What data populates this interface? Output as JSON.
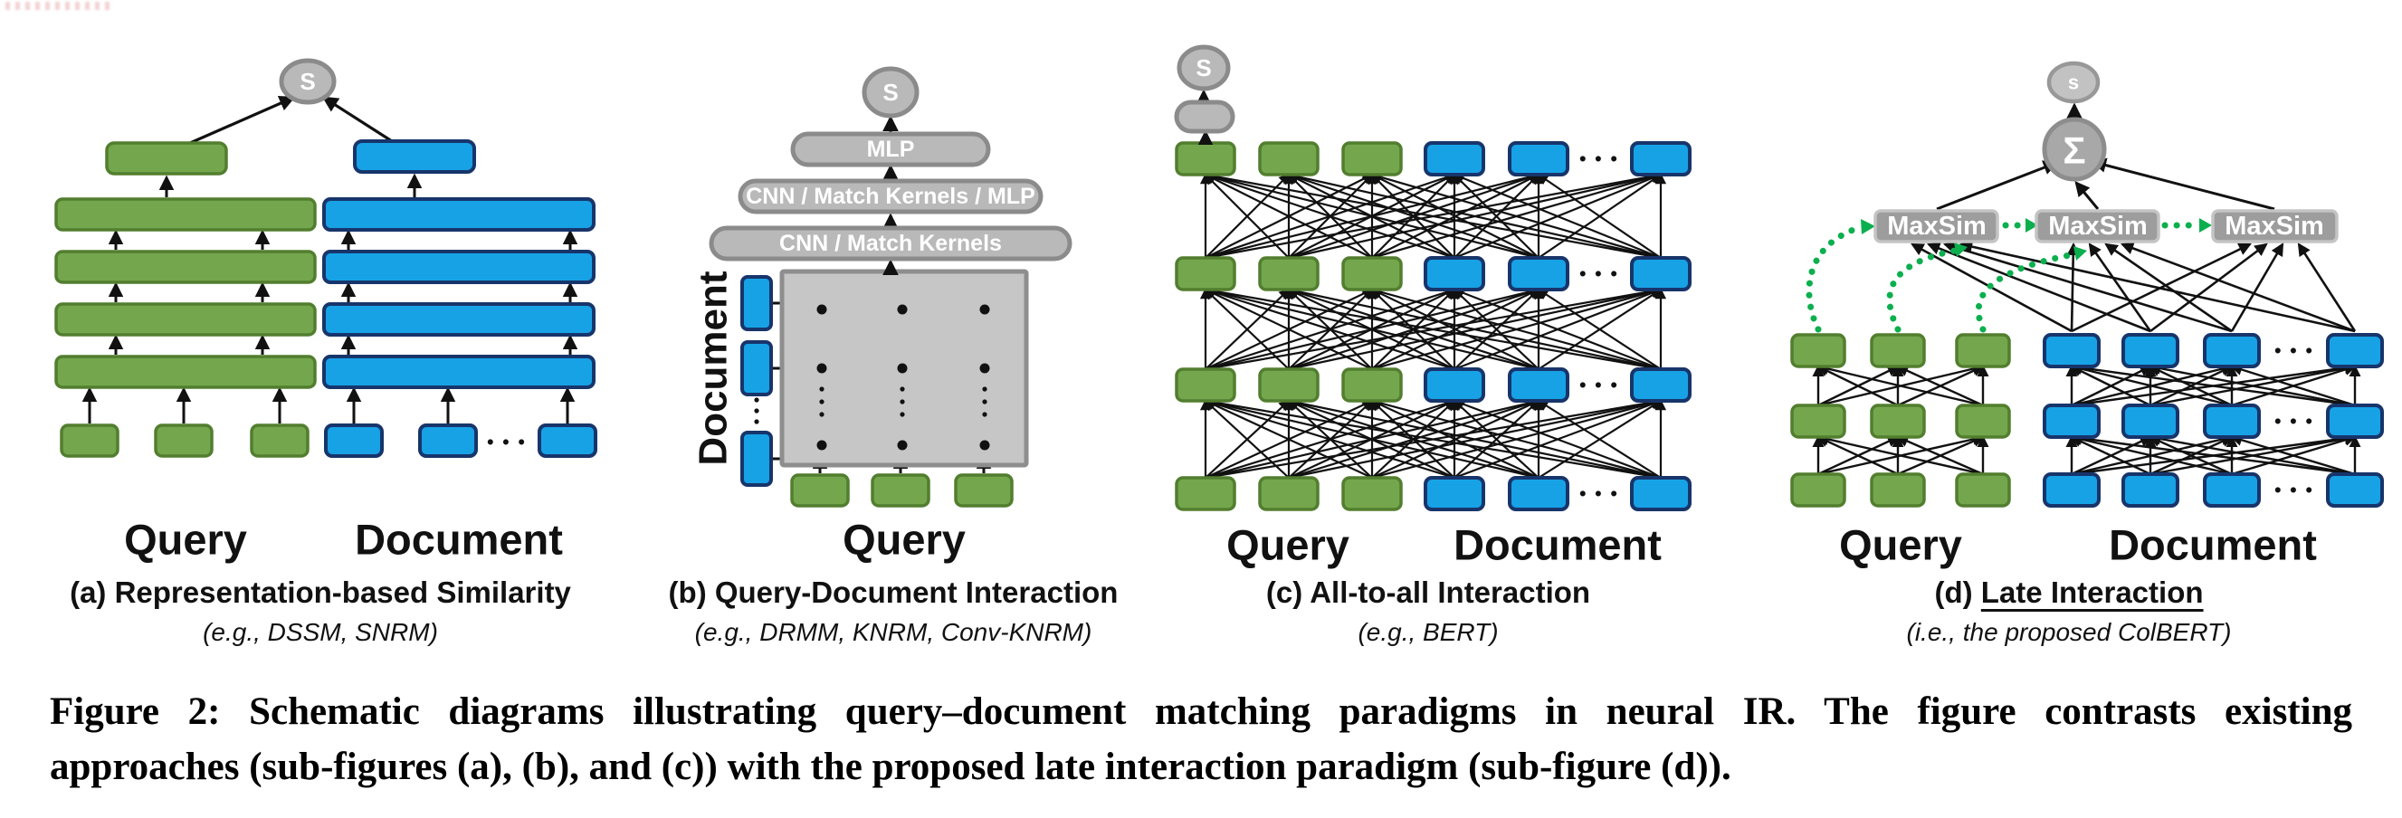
{
  "ellipsis": "• • •",
  "panels": {
    "a": {
      "score": "S",
      "query": "Query",
      "document": "Document",
      "label_prefix": "(a)",
      "label_main": "Representation-based Similarity",
      "sublabel": "(e.g., DSSM, SNRM)"
    },
    "b": {
      "score": "S",
      "pill1": "MLP",
      "pill2": "CNN / Match Kernels / MLP",
      "pill3": "CNN / Match Kernels",
      "side_label": "Document",
      "query": "Query",
      "label_prefix": "(b)",
      "label_main": "Query-Document Interaction",
      "sublabel": "(e.g., DRMM, KNRM, Conv-KNRM)"
    },
    "c": {
      "score": "S",
      "query": "Query",
      "document": "Document",
      "label_prefix": "(c)",
      "label_main": "All-to-all Interaction",
      "sublabel": "(e.g., BERT)"
    },
    "d": {
      "score": "s",
      "sum": "Σ",
      "maxsim": "MaxSim",
      "query": "Query",
      "document": "Document",
      "label_prefix": "(d)",
      "label_main": "Late Interaction",
      "sublabel": "(i.e., the proposed ColBERT)"
    }
  },
  "figure_caption": {
    "line1": "Figure 2: Schematic diagrams illustrating query–document matching paradigms in neural IR. The figure contrasts existing",
    "line2": "approaches (sub-figures (a), (b), and (c)) with the proposed late interaction paradigm (sub-figure (d))."
  },
  "colors": {
    "green": "#74a74d",
    "green_border": "#527e2f",
    "blue": "#17a2e6",
    "blue_border": "#17356b",
    "gray_node": "#b9b9b9",
    "gray_border": "#8b8b8b",
    "accent_green": "#0caf4e"
  }
}
